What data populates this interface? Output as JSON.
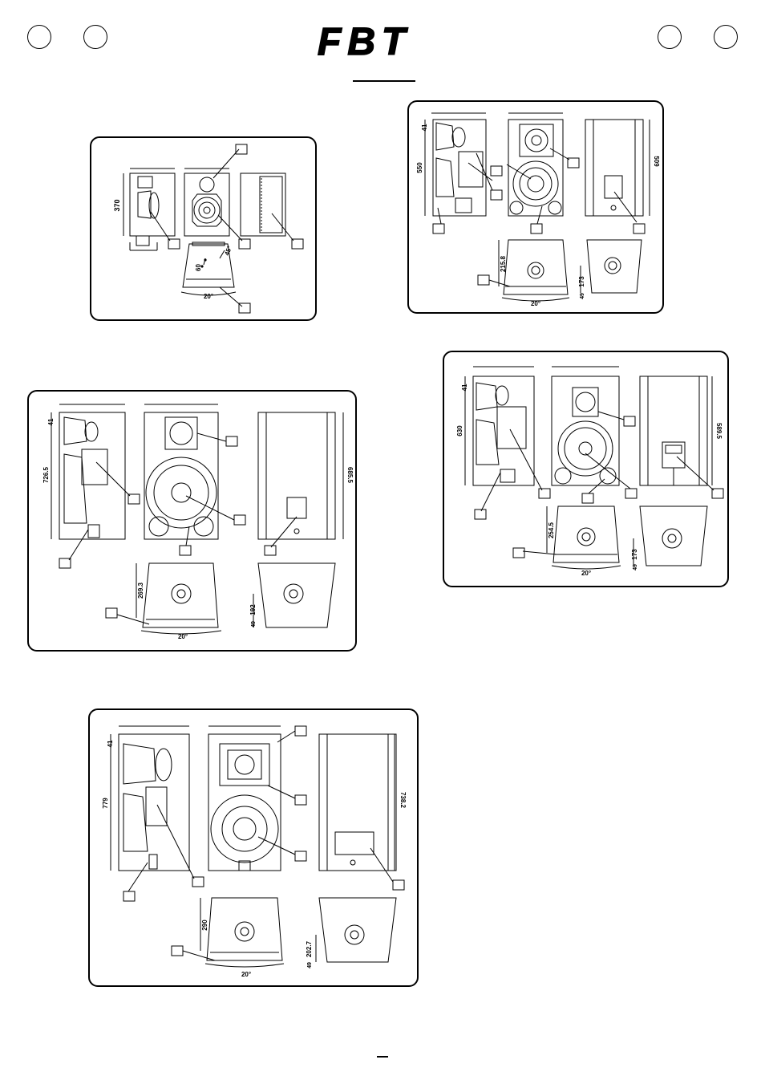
{
  "header": {
    "logo_text": "FBT"
  },
  "panels": [
    {
      "id": "small-monitor",
      "dims": {
        "height": "370",
        "angle_top": "45°",
        "angle_bottom": "20°",
        "depth": "60"
      }
    },
    {
      "id": "monitor-10",
      "dims": {
        "height": "550",
        "offset": "41",
        "back_height": "509",
        "bottom_depth": "215.8",
        "pole_height": "173",
        "pole_offset": "49",
        "angle": "20°"
      }
    },
    {
      "id": "monitor-12",
      "dims": {
        "height": "630",
        "offset": "41",
        "back_height": "589.5",
        "bottom_depth": "254.5",
        "pole_height": "173",
        "pole_offset": "49",
        "angle": "20°"
      }
    },
    {
      "id": "monitor-15",
      "dims": {
        "height": "726.5",
        "offset": "41",
        "back_height": "685.5",
        "bottom_depth": "269.3",
        "pole_height": "192",
        "pole_offset": "49",
        "angle": "20°"
      }
    },
    {
      "id": "monitor-15-coax",
      "dims": {
        "height": "779",
        "offset": "41",
        "back_height": "738.2",
        "bottom_depth": "290",
        "pole_height": "202.7",
        "pole_offset": "49",
        "angle": "20°"
      }
    }
  ],
  "colors": {
    "ink": "#000000",
    "paper": "#ffffff"
  }
}
